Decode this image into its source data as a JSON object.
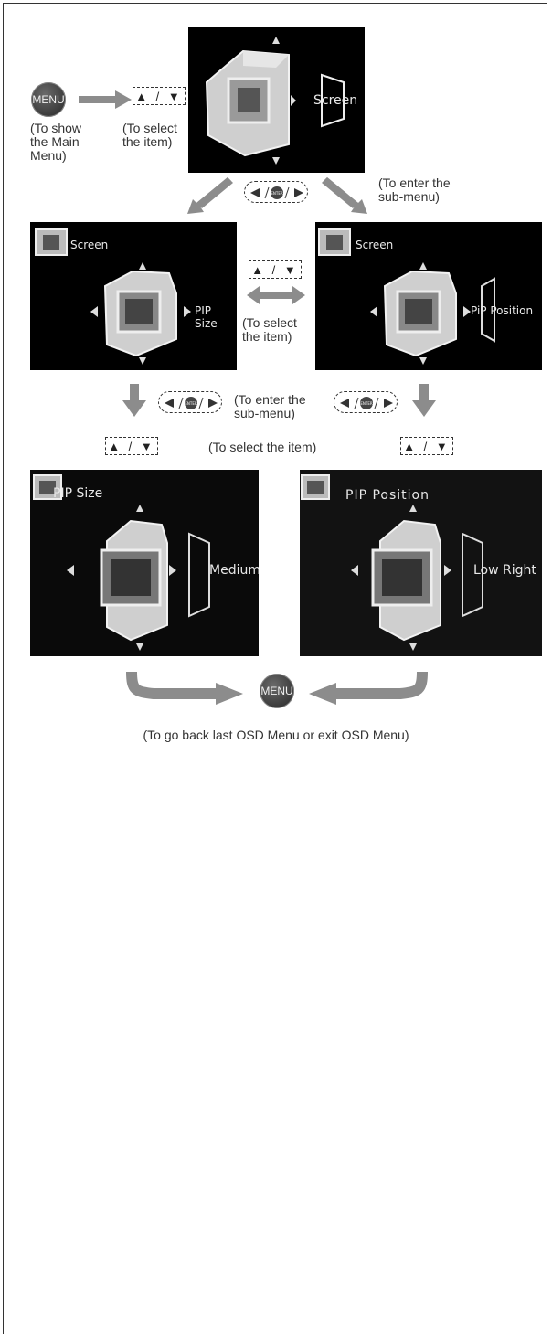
{
  "buttons": {
    "menu_label": "MENU",
    "enter_label": "ENTER",
    "up_down_glyph": "▲ / ▼",
    "left_right_left": "◄",
    "left_right_right": "►"
  },
  "captions": {
    "show_main_menu": "(To show\nthe Main\nMenu)",
    "select_item_top": "(To select\nthe item)",
    "enter_submenu_top": "(To enter the\nsub-menu)",
    "select_item_middle": "(To select\nthe item)",
    "enter_submenu_middle": "(To enter the\nsub-menu)",
    "select_item_bottom": "(To select the item)",
    "go_back": "(To go back last OSD Menu or exit OSD Menu)"
  },
  "screens": {
    "main": {
      "label": "Screen"
    },
    "pip_size_menu": {
      "title": "Screen",
      "item": "PIP Size"
    },
    "pip_position_menu": {
      "title": "Screen",
      "item": "PiP Position"
    },
    "pip_size_value": {
      "title": "PIP  Size",
      "value": "Medium"
    },
    "pip_position_value": {
      "title": "PIP Position",
      "value": "Low Right"
    }
  },
  "colors": {
    "arrow_gray": "#8c8c8c",
    "osd_background": "#000000",
    "button_dark": "#3a3a3a"
  }
}
